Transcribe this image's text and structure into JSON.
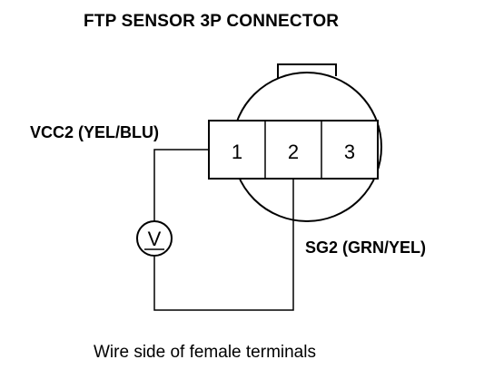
{
  "title": "FTP SENSOR 3P CONNECTOR",
  "wires": {
    "vcc_label": "VCC2 (YEL/BLU)",
    "sg_label": "SG2 (GRN/YEL)"
  },
  "connector": {
    "terminals": [
      "1",
      "2",
      "3"
    ]
  },
  "meter": {
    "symbol": "V"
  },
  "caption": "Wire side of female terminals",
  "colors": {
    "line": "#000000",
    "background": "#ffffff"
  }
}
